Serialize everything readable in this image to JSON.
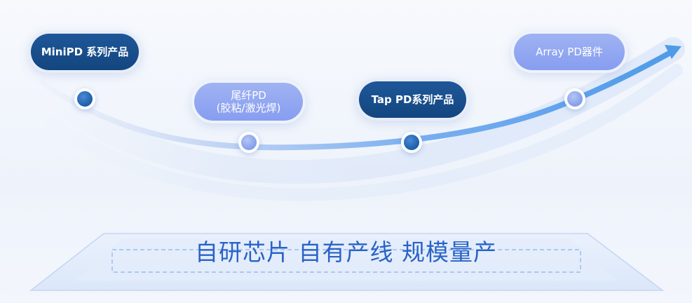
{
  "stages": [
    {
      "label": "MiniPD 系列产品",
      "style": "dark"
    },
    {
      "label": "尾纤PD\n(胶粘/激光焊)",
      "style": "light"
    },
    {
      "label": "Tap PD系列产品",
      "style": "dark"
    },
    {
      "label": "Array PD器件",
      "style": "light"
    }
  ],
  "slogan": "自研芯片 自有产线 规模量产",
  "colors": {
    "dark_pill": "#13467f",
    "light_pill": "#879df0",
    "curve": "#5b9be6",
    "slogan": "#2a63c6"
  }
}
